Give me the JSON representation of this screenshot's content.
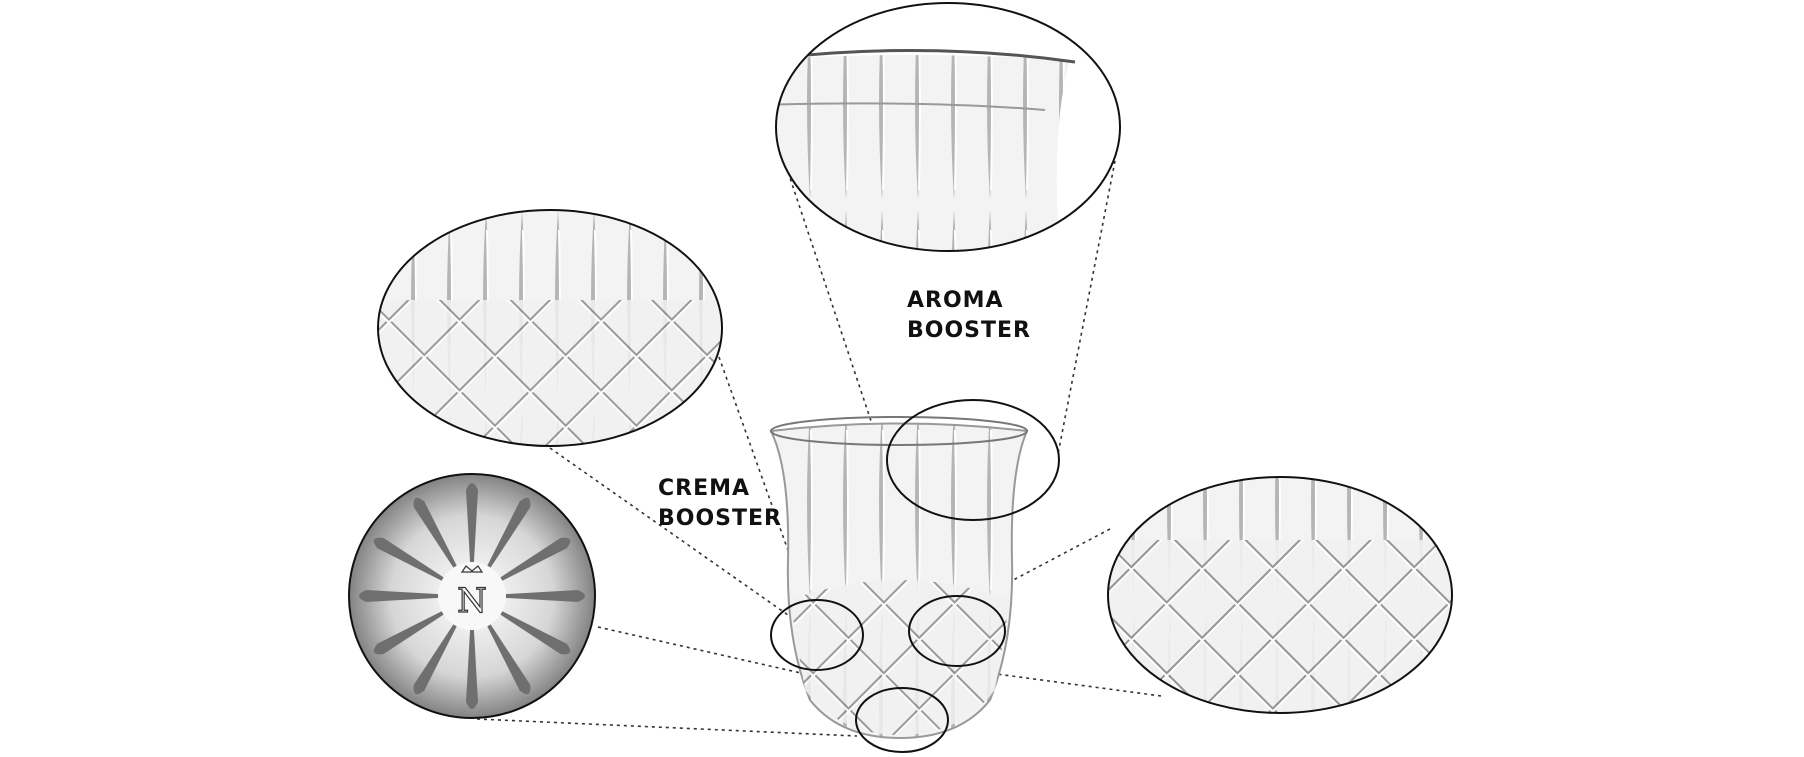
{
  "labels": {
    "aroma": [
      "AROMA",
      "BOOSTER"
    ],
    "crema": [
      "CREMA",
      "BOOSTER"
    ]
  },
  "logo": {
    "text": "N"
  },
  "colors": {
    "outline": "#111111",
    "glass": "#e9e9e9",
    "cut": "#555555"
  }
}
